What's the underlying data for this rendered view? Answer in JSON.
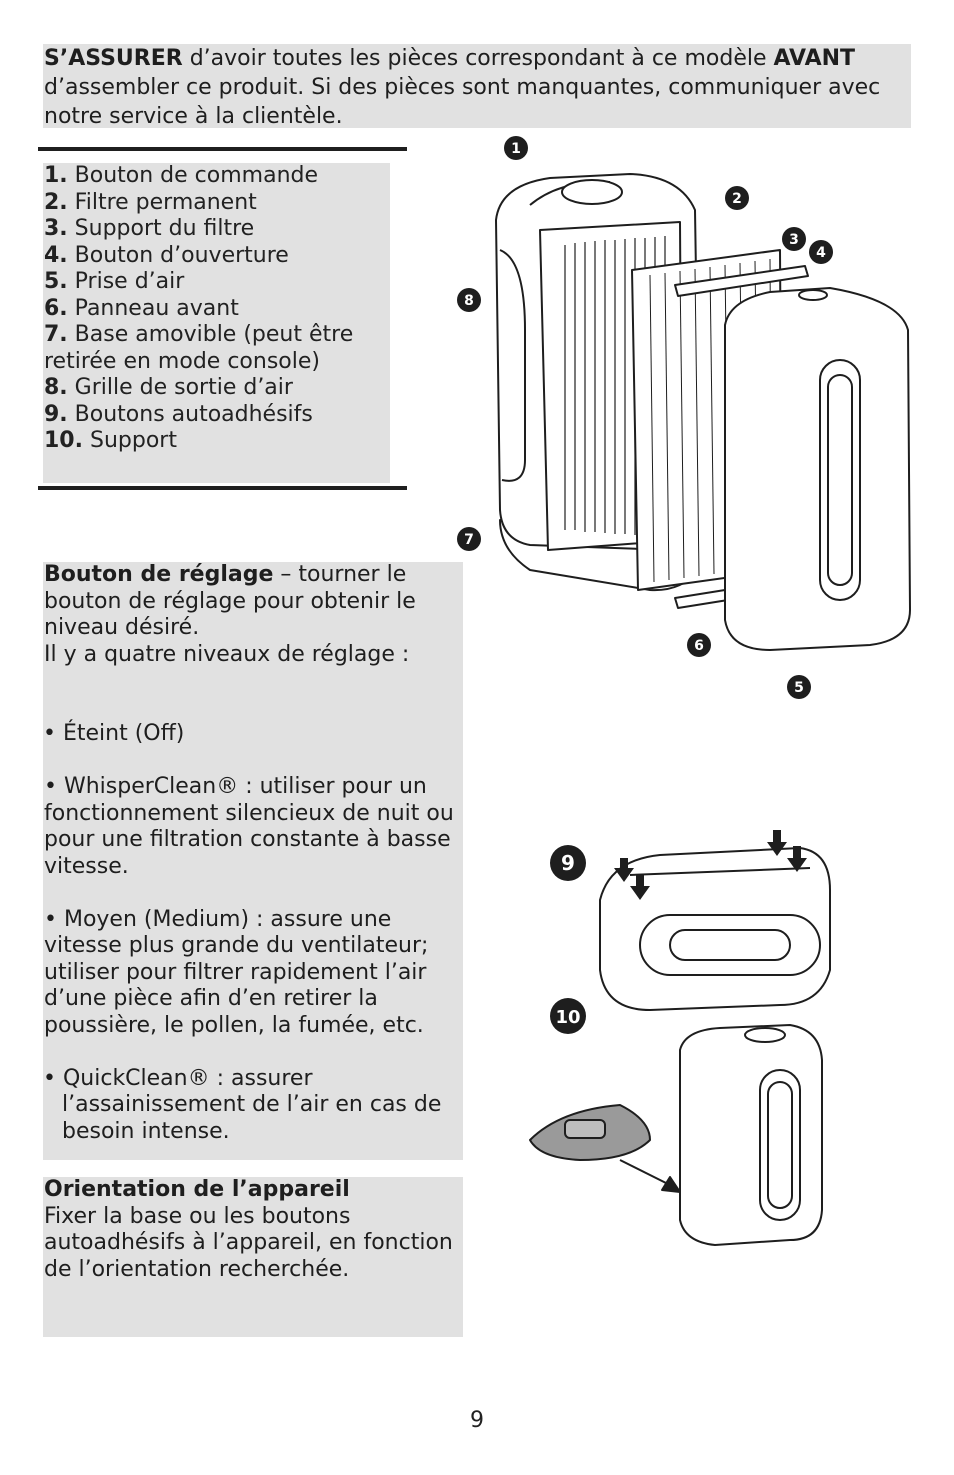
{
  "intro": {
    "lead": "S’ASSURER",
    "text1": " d’avoir toutes les pièces correspondant à ce modèle ",
    "bold2": "AVANT",
    "text2": " d’assembler ce produit. Si des pièces sont manquantes, communiquer avec notre service à la clientèle."
  },
  "parts": [
    {
      "num": "1.",
      "label": " Bouton de commande"
    },
    {
      "num": "2.",
      "label": " Filtre permanent"
    },
    {
      "num": "3.",
      "label": " Support du filtre"
    },
    {
      "num": "4.",
      "label": " Bouton d’ouverture"
    },
    {
      "num": "5.",
      "label": " Prise d’air"
    },
    {
      "num": "6.",
      "label": " Panneau avant"
    },
    {
      "num": "7.",
      "label": " Base amovible (peut être retirée en mode console)"
    },
    {
      "num": "8.",
      "label": " Grille de sortie d’air"
    },
    {
      "num": "9.",
      "label": " Boutons autoadhésifs"
    },
    {
      "num": "10.",
      "label": "  Support"
    }
  ],
  "reglage": {
    "heading": "Bouton de réglage",
    "intro": " – tourner le bouton de réglage pour obtenir le niveau désiré.",
    "levels_line": "Il y a quatre niveaux de réglage :",
    "off": "• Éteint (Off)",
    "whisper": "• WhisperClean® : utiliser pour un fonctionnement silencieux de nuit ou pour une filtration constante à basse vitesse.",
    "medium": "• Moyen (Medium) : assure une vitesse plus grande du ventilateur; utiliser pour filtrer rapidement l’air d’une pièce afin d’en retirer la poussière, le pollen, la fumée, etc.",
    "quick": "• QuickClean® : assurer l’assainissement de l’air en cas de besoin intense."
  },
  "orientation": {
    "heading": "Orientation de l’appareil",
    "text": "Fixer la base ou les boutons autoadhésifs à l’appareil, en fonction de l’orientation recherchée."
  },
  "callouts": {
    "c1": "1",
    "c2": "2",
    "c3": "3",
    "c4": "4",
    "c5": "5",
    "c6": "6",
    "c7": "7",
    "c8": "8",
    "c9": "9",
    "c10": "10"
  },
  "page_number": "9"
}
